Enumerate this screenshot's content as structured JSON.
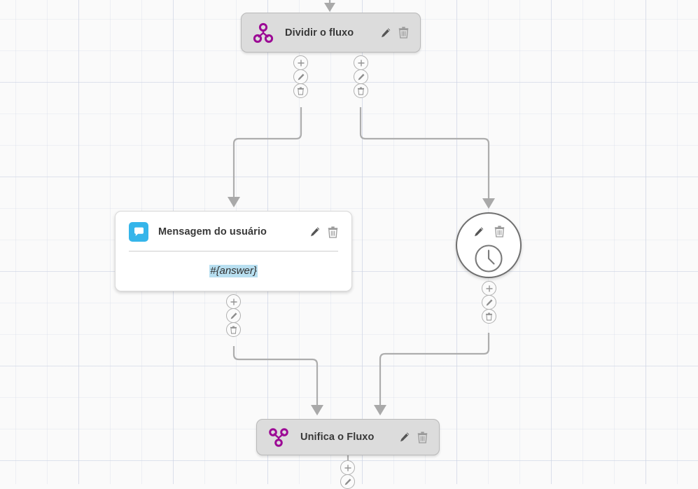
{
  "canvas": {
    "background_color": "#fafafa",
    "grid_color": "#c8d0e1",
    "edge_color": "#adadad"
  },
  "nodes": {
    "split": {
      "title": "Dividir o fluxo",
      "icon": "split-flow-icon",
      "icon_color": "#9c0a95",
      "edit_label": "",
      "delete_label": ""
    },
    "message": {
      "title": "Mensagem do usuário",
      "icon": "chat-bubble-icon",
      "icon_color": "#35b5ea",
      "variable": "#{answer}",
      "highlight_color": "#b8dff0"
    },
    "clock": {
      "title": "",
      "icon": "clock-icon"
    },
    "merge": {
      "title": "Unifica o Fluxo",
      "icon": "merge-flow-icon",
      "icon_color": "#9c0a95"
    }
  },
  "ports": {
    "add_label": "+",
    "edit_label": "edit",
    "delete_label": "delete"
  }
}
